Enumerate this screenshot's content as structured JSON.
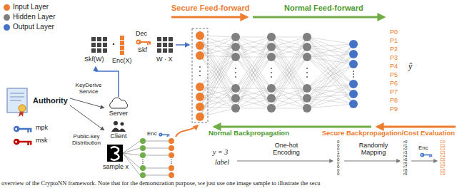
{
  "diagram": {
    "caption": "overview of the CryptoNN framework. Note that for the demonstration purpose, we just use one image sample to illustrate the secu",
    "nodes": [
      {
        "text": [
          "Authority"
        ]
      },
      {
        "text": [
          "Server"
        ]
      },
      {
        "text": [
          "Client"
        ]
      },
      {
        "text": [
          "sample x"
        ]
      }
    ],
    "edges": [
      {
        "from": 0,
        "to": 1,
        "arrow": "to",
        "label": "KeyDerive Service"
      },
      {
        "from": 0,
        "to": 2,
        "arrow": "to",
        "label": "Public-key Distribution"
      }
    ],
    "labels": [
      "Secure Feed-forward",
      "Normal Feed-forward",
      "Skf(W)",
      "·",
      "Enc(X)",
      "Dec",
      "Skf",
      "W · X",
      "mpk",
      "msk",
      "Enc",
      "Normal Backpropagation",
      "Secure Backpropagation/Cost Evaluation",
      "y = 3",
      "label",
      "One-hot Encoding",
      "0",
      "0",
      "0",
      "1",
      "0",
      "0",
      "0",
      "0",
      "0",
      "0",
      "Randomly Mapping",
      "r0",
      "r1",
      "r2",
      "r3",
      "r4",
      "r5",
      "r6",
      "r7",
      "r8",
      "r9",
      "Enc",
      "C0",
      "C1",
      "C2",
      "C3",
      "C4",
      "C5",
      "C6",
      "C7",
      "C8",
      "C9",
      "P0",
      "P1",
      "P2",
      "P3",
      "P4",
      "P5",
      "P6",
      "P7",
      "P8",
      "P9",
      "ŷ"
    ],
    "legend": [
      {
        "text": "Input Layer",
        "color": "#ed7d31"
      },
      {
        "text": "Hidden Layer",
        "color": "#7f7f7f"
      },
      {
        "text": "Output Layer",
        "color": "#4472c4"
      }
    ]
  }
}
